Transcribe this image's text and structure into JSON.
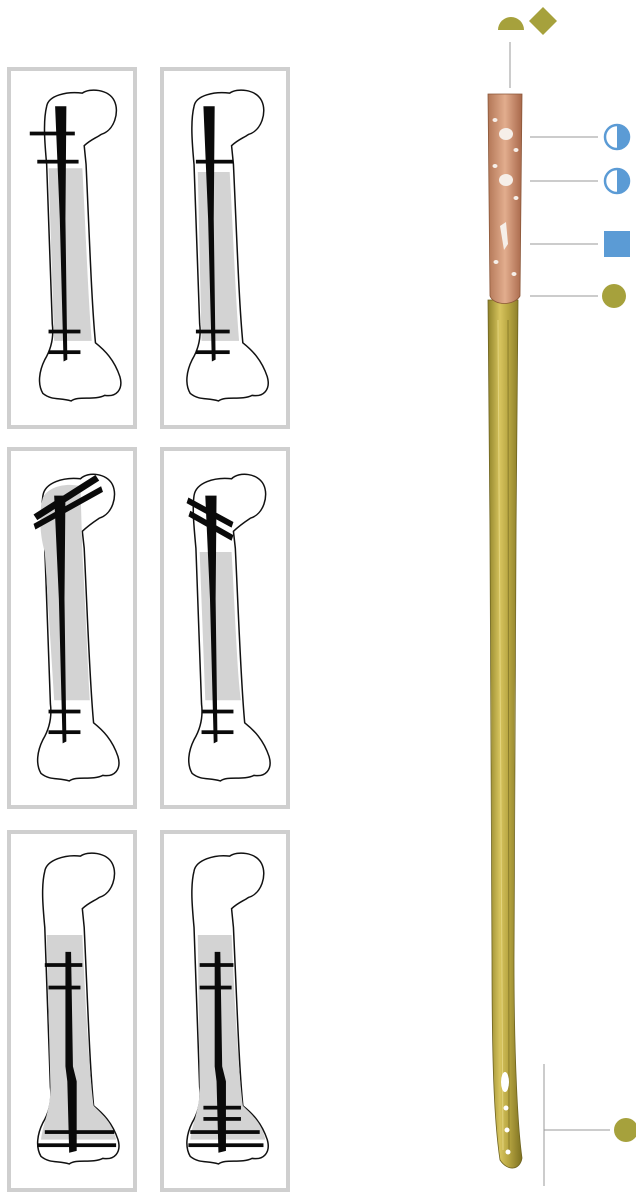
{
  "colors": {
    "panel_border": "#cfcfcf",
    "bone_outline": "#111111",
    "bone_fill": "#ffffff",
    "canal_fill": "#d3d3d3",
    "implant": "#0a0a0a",
    "nail_proximal": "#c98d6c",
    "nail_shaft": "#b8a642",
    "marker_olive": "#a6a13c",
    "marker_blue": "#5b9bd5",
    "leader_line": "#9a9a9a"
  },
  "panels": [
    {
      "id": "antegrade-locking",
      "config": "antegrade-transverse",
      "selected": true
    },
    {
      "id": "antegrade-locking-alt",
      "config": "antegrade-transverse",
      "selected": false
    },
    {
      "id": "recon-locking",
      "config": "recon-oblique",
      "selected": false
    },
    {
      "id": "recon-locking-alt",
      "config": "recon-oblique",
      "selected": false
    },
    {
      "id": "retrograde-locking",
      "config": "retrograde",
      "selected": false
    },
    {
      "id": "retrograde-locking-alt",
      "config": "retrograde",
      "selected": false
    }
  ],
  "markers": [
    {
      "name": "top-half-circle-icon",
      "shape": "half-disc",
      "color": "olive"
    },
    {
      "name": "top-diamond-icon",
      "shape": "diamond",
      "color": "olive"
    },
    {
      "name": "hole-1-half-fill-circle-icon",
      "shape": "half-fill-circle",
      "color": "blue"
    },
    {
      "name": "hole-2-half-fill-circle-icon",
      "shape": "half-fill-circle",
      "color": "blue"
    },
    {
      "name": "slot-square-icon",
      "shape": "square",
      "color": "blue"
    },
    {
      "name": "proximal-end-circle-icon",
      "shape": "circle",
      "color": "olive"
    },
    {
      "name": "distal-end-circle-icon",
      "shape": "circle",
      "color": "olive"
    }
  ]
}
